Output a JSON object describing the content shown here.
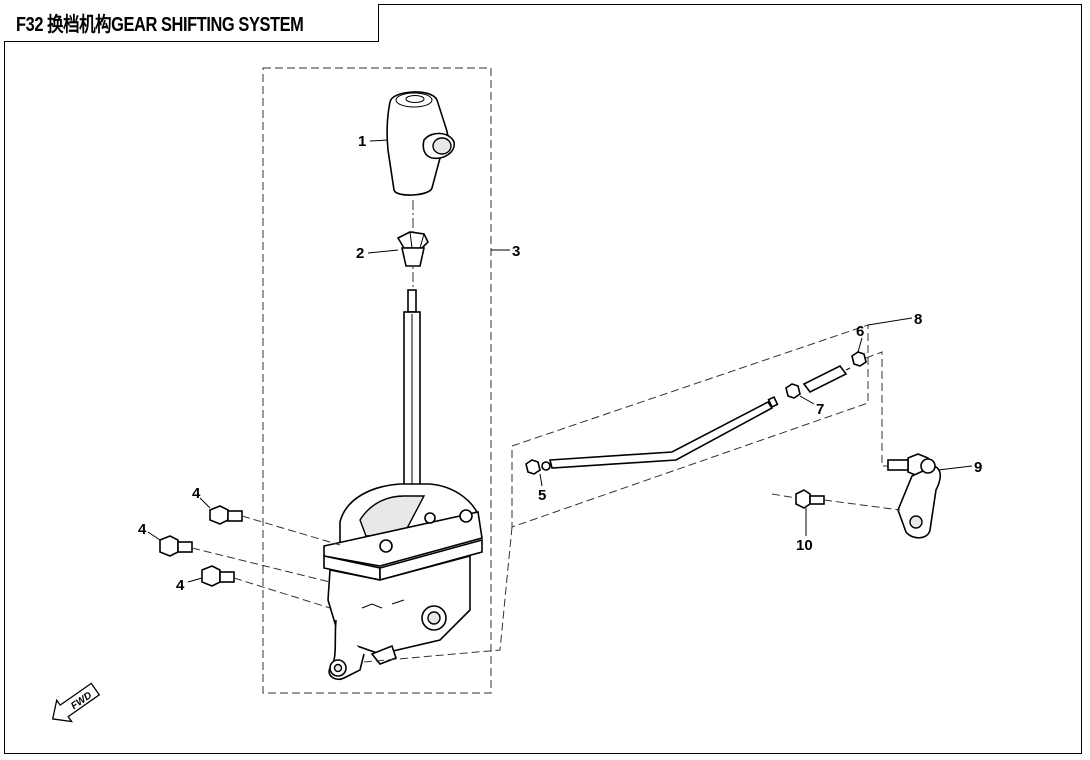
{
  "header": {
    "title": "F32 换档机构GEAR SHIFTING SYSTEM"
  },
  "callouts": [
    "1",
    "2",
    "3",
    "4",
    "4",
    "4",
    "5",
    "6",
    "7",
    "8",
    "9",
    "10"
  ],
  "fwd_label": "FWD"
}
